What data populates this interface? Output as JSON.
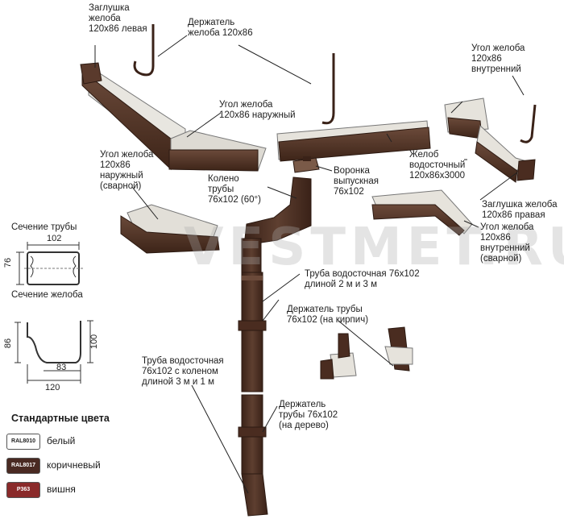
{
  "labels": {
    "endcap_left": "Заглушка\nжелоба\n120x86 левая",
    "gutter_holder": "Держатель\nжелоба 120x86",
    "corner_inner_top": "Угол желоба\n120x86\nвнутренний",
    "corner_outer": "Угол желоба\n120x86 наружный",
    "corner_outer_welded": "Угол желоба\n120x86\nнаружный\n(сварной)",
    "gutter": "Желоб\nводосточный\n120x86x3000",
    "funnel": "Воронка\nвыпускная\n76x102",
    "elbow": "Колено\nтрубы\n76x102 (60°)",
    "endcap_right": "Заглушка желоба\n120x86 правая",
    "corner_inner_welded": "Угол желоба\n120x86\nвнутренний\n(сварной)",
    "pipe": "Труба водосточная 76x102\nдлиной 2 м и 3 м",
    "pipe_holder_brick": "Держатель трубы\n76x102 (на кирпич)",
    "pipe_with_elbow": "Труба водосточная\n76x102 с коленом\nдлиной 3 м и 1 м",
    "pipe_holder_wood": "Держатель\nтрубы 76x102\n(на дерево)"
  },
  "pipe_section": {
    "title": "Сечение трубы",
    "width": "102",
    "height": "76"
  },
  "gutter_section": {
    "title": "Сечение желоба",
    "height_left": "86",
    "height_right": "100",
    "inner_width": "83",
    "outer_width": "120"
  },
  "watermark": "VESTMET.RU",
  "colors": {
    "title": "Стандартные цвета",
    "items": [
      {
        "code": "RAL8010",
        "name": "белый",
        "hex": "#ffffff",
        "text": "#222222"
      },
      {
        "code": "RAL8017",
        "name": "коричневый",
        "hex": "#4a2a22",
        "text": "#ffffff"
      },
      {
        "code": "P363",
        "name": "вишня",
        "hex": "#8a2a2a",
        "text": "#ffffff"
      }
    ]
  }
}
